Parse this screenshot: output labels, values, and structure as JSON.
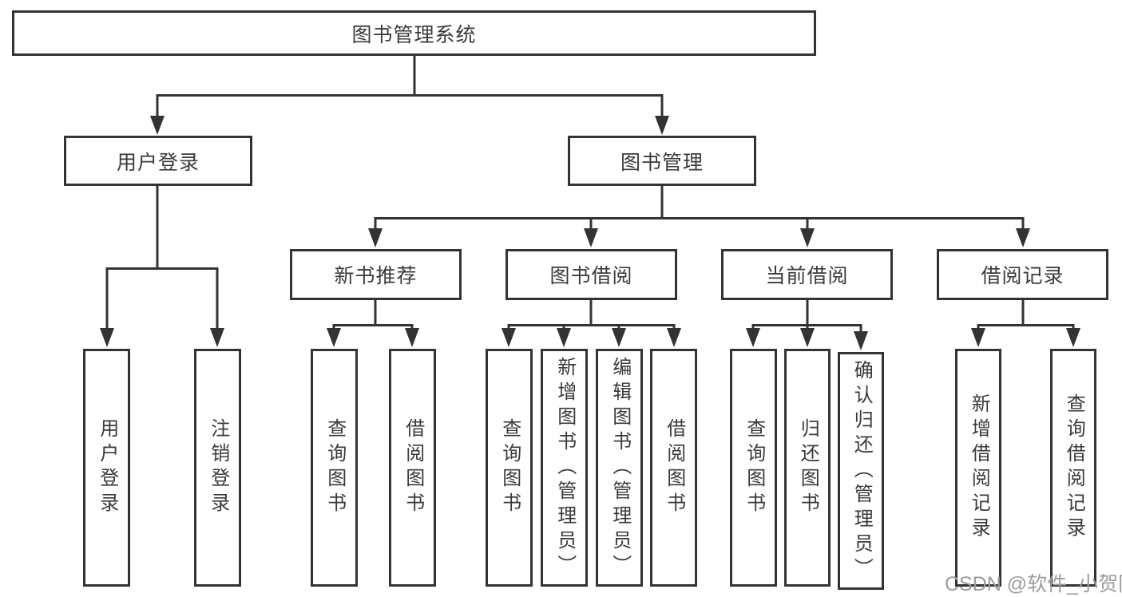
{
  "diagram": {
    "root": "图书管理系统",
    "branches": {
      "user_login": "用户登录",
      "book_management": "图书管理"
    },
    "modules": {
      "new_book_recommend": "新书推荐",
      "book_borrow": "图书借阅",
      "current_borrow": "当前借阅",
      "borrow_record": "借阅记录"
    },
    "leaves": {
      "user_login": "用户登录",
      "logout": "注销登录",
      "recommend_query_book": "查询图书",
      "recommend_borrow_book": "借阅图书",
      "borrow_query_book": "查询图书",
      "borrow_add_book": "新增图书（管理员）",
      "borrow_edit_book": "编辑图书（管理员）",
      "borrow_borrow_book": "借阅图书",
      "current_query_book": "查询图书",
      "current_return_book": "归还图书",
      "current_confirm_return": "确认归还（管理员）",
      "record_add": "新增借阅记录",
      "record_query": "查询借阅记录"
    }
  },
  "watermark": "CSDN @软件_小贺同学",
  "colors": {
    "line": "#333333",
    "text": "#3a3a3a",
    "watermark": "#9d9d9d",
    "background": "#ffffff"
  }
}
